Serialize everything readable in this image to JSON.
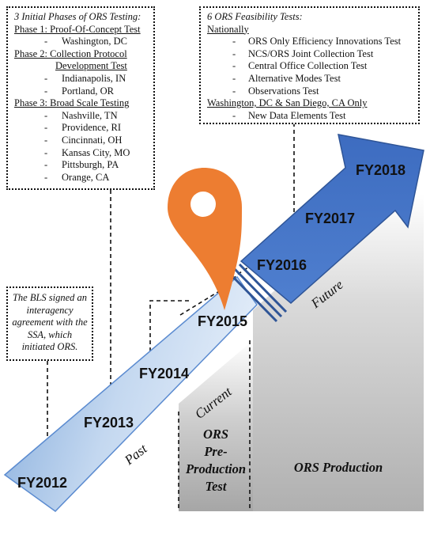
{
  "phases_box": {
    "title": "3 Initial Phases of ORS Testing:",
    "phase1": {
      "heading": "Phase 1: Proof-Of-Concept Test",
      "items": [
        "Washington, DC"
      ]
    },
    "phase2": {
      "heading_line1": "Phase 2: Collection Protocol",
      "heading_line2": "Development Test",
      "items": [
        "Indianapolis, IN",
        "Portland, OR"
      ]
    },
    "phase3": {
      "heading": "Phase 3: Broad Scale Testing",
      "items": [
        "Nashville, TN",
        "Providence, RI",
        "Cincinnati, OH",
        "Kansas City, MO",
        "Pittsburgh, PA",
        "Orange, CA"
      ]
    }
  },
  "tests_box": {
    "title": "6 ORS Feasibility Tests:",
    "nationally": "Nationally",
    "national_items": [
      "ORS Only Efficiency Innovations Test",
      "NCS/ORS Joint Collection Test",
      "Central Office Collection Test",
      "Alternative Modes Test",
      "Observations Test"
    ],
    "regional_heading": "Washington, DC & San Diego, CA Only",
    "regional_items": [
      "New Data Elements Test"
    ],
    "dash": "-"
  },
  "bls_box": {
    "text": "The BLS signed an interagency agreement with the SSA, which initiated ORS."
  },
  "timeline": {
    "years": [
      "FY2012",
      "FY2013",
      "FY2014",
      "FY2015",
      "FY2016",
      "FY2017",
      "FY2018"
    ],
    "section_labels": {
      "past": "Past",
      "current": "Current",
      "future": "Future"
    }
  },
  "zones": {
    "preproduction": [
      "ORS",
      "Pre-",
      "Production",
      "Test"
    ],
    "production": "ORS Production"
  },
  "colors": {
    "past_arrow_light": "#d6e4f5",
    "past_arrow_dark": "#8db3e2",
    "future_arrow": "#4472c4",
    "future_arrow_dark": "#2f5597",
    "marker": "#ed7d31",
    "zone_gray": "#a6a6a6"
  }
}
